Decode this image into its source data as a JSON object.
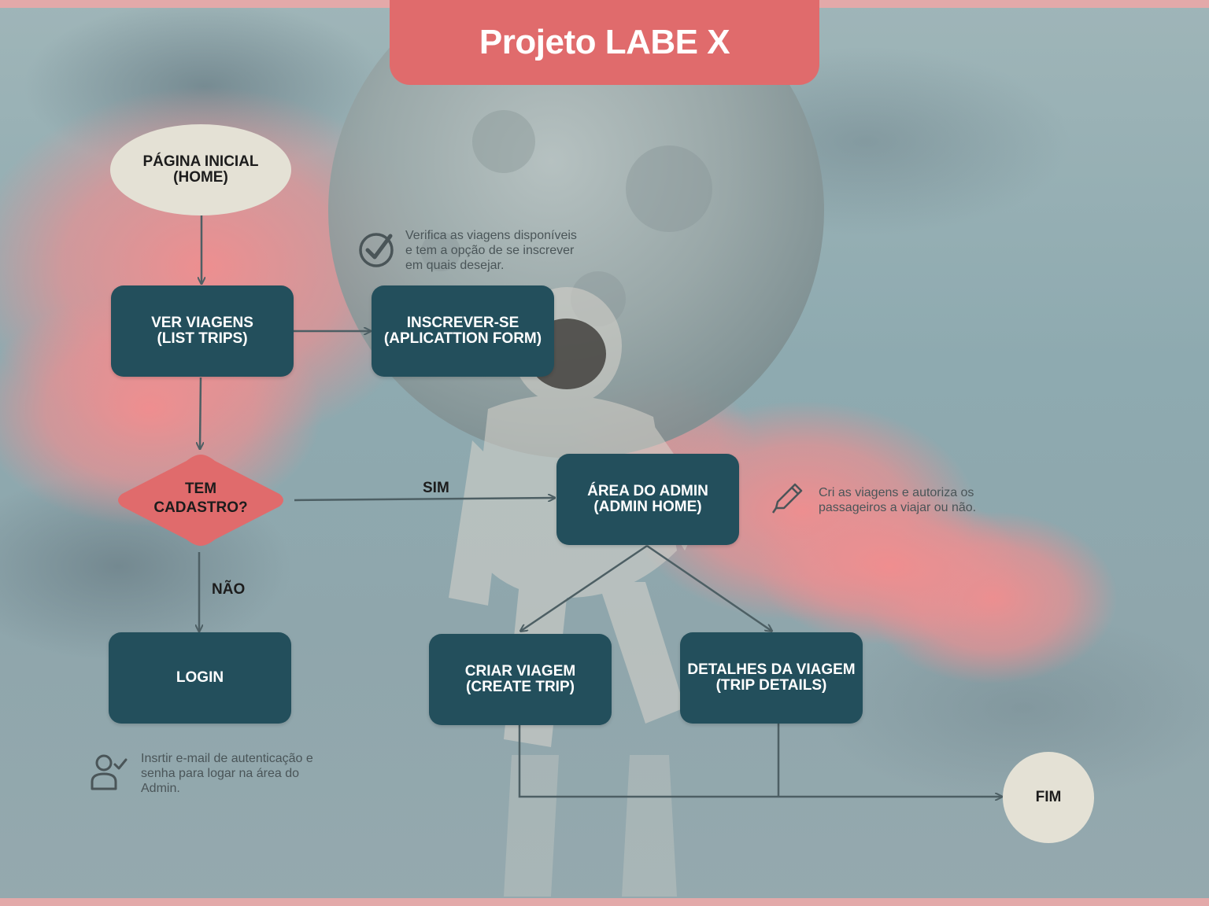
{
  "title": "Projeto LABE X",
  "nodes": {
    "home": "PÁGINA INICIAL\n(HOME)",
    "list_trips": "VER VIAGENS\n(LIST TRIPS)",
    "application_form": "INSCREVER-SE\n(APLICATTION FORM)",
    "has_account": "TEM\nCADASTRO?",
    "admin_home": "ÁREA DO ADMIN\n(ADMIN HOME)",
    "login": "LOGIN",
    "create_trip": "CRIAR VIAGEM\n(CREATE TRIP)",
    "trip_details": "DETALHES DA VIAGEM\n(TRIP DETAILS)",
    "end": "FIM"
  },
  "edge_labels": {
    "yes": "SIM",
    "no": "NÃO"
  },
  "notes": {
    "list_trips_note": "Verifica as viagens disponíveis\ne tem a opção de se inscrever\nem quais desejar.",
    "admin_note": "Cri as viagens e autoriza os\npassageiros a viajar ou não.",
    "login_note": "Insrtir e-mail de autenticação e\nsenha para logar na área do\nAdmin."
  },
  "icons": {
    "list_trips_note": "check-circle-icon",
    "admin_note": "pencil-icon",
    "login_note": "user-check-icon"
  },
  "colors": {
    "box": "#234f5c",
    "ellipse": "#e4e1d5",
    "diamond": "#e06b6c",
    "title_bar": "#e06b6c",
    "connector": "#4d5f64"
  }
}
